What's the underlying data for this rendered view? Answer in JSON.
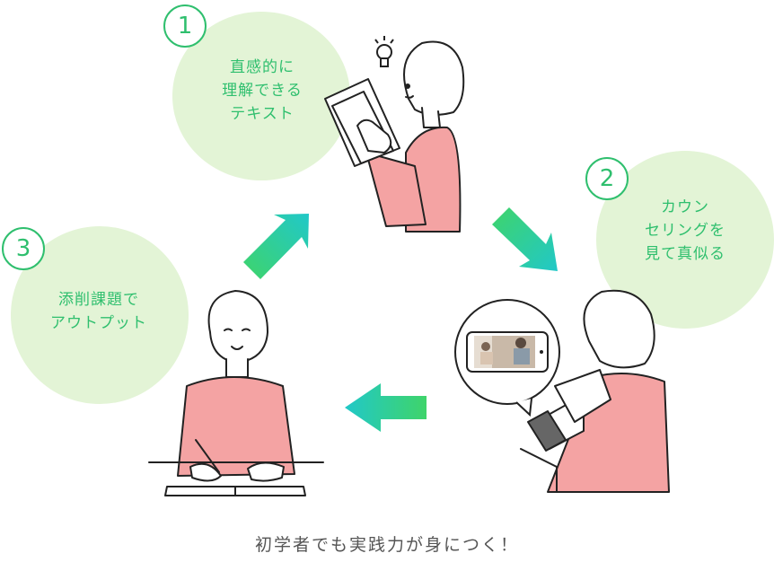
{
  "steps": [
    {
      "number": "1",
      "label": "直感的に\n理解できる\nテキスト"
    },
    {
      "number": "2",
      "label": "カウン\nセリングを\n見て真似る"
    },
    {
      "number": "3",
      "label": "添削課題で\nアウトプット"
    }
  ],
  "caption": "初学者でも実践力が身につく！",
  "colors": {
    "accent_green": "#2fbf6e",
    "bubble_fill": "#e3f4d6",
    "shirt_pink": "#f4a3a3",
    "arrow_gradient": [
      "#3fd46a",
      "#21c8c8"
    ]
  },
  "icons": [
    "lightbulb-icon",
    "smartphone-video-icon",
    "arrow-up-right-icon",
    "arrow-down-right-icon",
    "arrow-left-icon"
  ]
}
